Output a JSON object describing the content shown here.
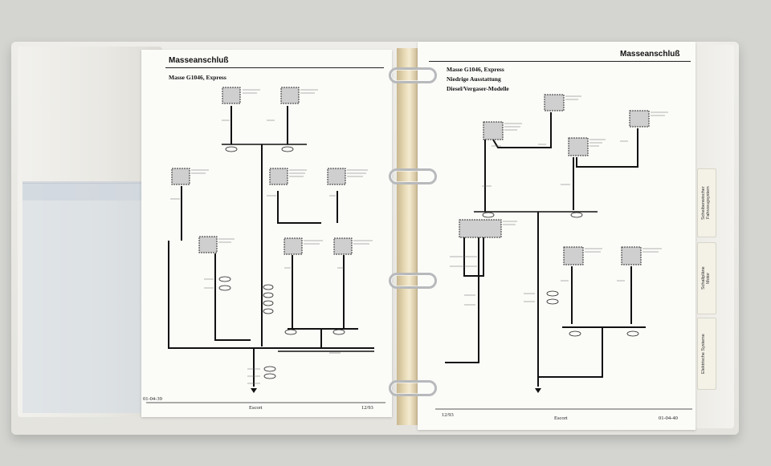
{
  "left_page": {
    "header": "Masseanschluß",
    "subtitle": "Masse G1046, Express",
    "footer_left": "01-04-39",
    "footer_center": "Escort",
    "footer_right": "12/93"
  },
  "right_page": {
    "header": "Masseanschluß",
    "subtitle_line1": "Masse G1046, Express",
    "subtitle_line2": "Niedrige Ausstattung",
    "subtitle_line3": "Diesel/Vergaser-Modelle",
    "footer_left": "12/93",
    "footer_center": "Escort",
    "footer_right": "01-04-40"
  },
  "tabs": [
    {
      "label": "Scheibenwischer\nFahrzeugsystem"
    },
    {
      "label": "Schaltpläne\nMotor"
    },
    {
      "label": "Elektrische Systeme"
    }
  ],
  "colors": {
    "background": "#d4d5d1",
    "paper": "#fbfbf8",
    "ink": "#111111",
    "component_fill": "#cfcfcf"
  }
}
